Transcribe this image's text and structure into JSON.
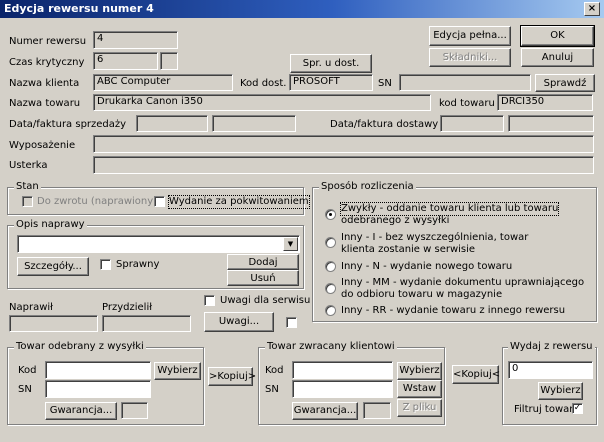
{
  "window": {
    "title": "Edycja rewersu numer 4",
    "close_glyph": "×"
  },
  "buttons": {
    "edycja_pelna": "Edycja pełna...",
    "ok": "OK",
    "skladniki": "Składniki...",
    "anuluj": "Anuluj",
    "spr_u_dost": "Spr. u dost.",
    "sprawdz": "Sprawdź",
    "szczegoly": "Szczegóły...",
    "dodaj": "Dodaj",
    "usun": "Usuń",
    "uwagi": "Uwagi...",
    "wybierz1": "Wybierz",
    "kopiuj_right": ">Kopiuj>",
    "gwarancja1": "Gwarancja...",
    "wybierz2": "Wybierz",
    "wstaw": "Wstaw",
    "z_pliku": "Z pliku",
    "gwarancja2": "Gwarancja...",
    "kopiuj_left": "<Kopiuj<",
    "wybierz3": "Wybierz"
  },
  "labels": {
    "numer_rewersu": "Numer rewersu",
    "czas_krytyczny": "Czas krytyczny",
    "nazwa_klienta": "Nazwa klienta",
    "kod_dost": "Kod dost.",
    "sn": "SN",
    "nazwa_towaru": "Nazwa towaru",
    "kod_towaru": "kod towaru",
    "data_sprzedazy": "Data/faktura sprzedaży",
    "data_dostawy": "Data/faktura dostawy",
    "wyposazenie": "Wyposażenie",
    "usterka": "Usterka",
    "naprawil": "Naprawił",
    "przydzielil": "Przydzielił",
    "kod1": "Kod",
    "sn1": "SN",
    "kod2": "Kod",
    "sn2": "SN"
  },
  "fields": {
    "numer_rewersu": "4",
    "czas_krytyczny": "6",
    "nazwa_klienta": "ABC Computer",
    "kod_dost": "PROSOFT",
    "nazwa_towaru": "Drukarka Canon i350",
    "kod_towaru": "DRCI350",
    "wydaj_value": "0"
  },
  "groups": {
    "stan": "Stan",
    "opis_naprawy": "Opis naprawy",
    "sposob": "Sposób rozliczenia",
    "towar_odebrany": "Towar odebrany z wysyłki",
    "towar_zwracany": "Towar zwracany klientowi",
    "wydaj": "Wydaj z rewersu"
  },
  "checkboxes": {
    "do_zwrotu": "Do zwrotu (naprawiony)",
    "wydanie_za_pokwitowaniem": "Wydanie za pokwitowaniem",
    "sprawny": "Sprawny",
    "uwagi_dla_serwisu": "Uwagi dla serwisu",
    "filtruj_towar": "Filtruj towar",
    "check_glyph": "✓"
  },
  "radios": [
    {
      "line1": "Zwykły - oddanie towaru klienta lub towaru",
      "line2": "odebranego z wysyłki"
    },
    {
      "line1": "Inny - I - bez wyszczególnienia, towar",
      "line2": "klienta zostanie w serwisie"
    },
    {
      "line1": "Inny - N - wydanie nowego towaru",
      "line2": ""
    },
    {
      "line1": "Inny - MM - wydanie dokumentu uprawniającego",
      "line2": "do odbioru towaru w magazynie"
    },
    {
      "line1": "Inny - RR - wydanie towaru z innego rewersu",
      "line2": ""
    }
  ],
  "colors": {
    "face": "#d4d0c8",
    "title_start": "#0a246a",
    "title_end": "#a6caf0"
  },
  "icons": {
    "dropdown": "▼"
  }
}
